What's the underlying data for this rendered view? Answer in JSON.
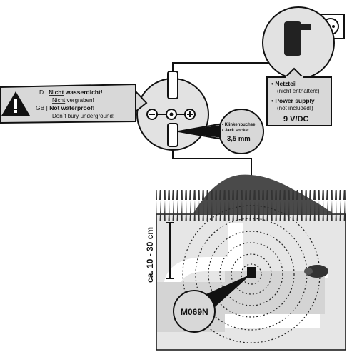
{
  "warning": {
    "line1_prefix": "D | ",
    "line1_bold": "Nicht",
    "line1_rest": " wasserdicht!",
    "line2_underline": "Nicht",
    "line2_rest": " vergraben!",
    "line3_prefix": "GB | ",
    "line3_bold": "Not",
    "line3_rest": " waterproof!",
    "line4_underline": "Don´t",
    "line4_rest": " bury underground!"
  },
  "jack_label": {
    "line1": "• Klinkenbuchse",
    "line2": "• Jack socket",
    "size": "3,5 mm"
  },
  "power_label": {
    "de_title": "• Netzteil",
    "de_note": "(nicht enthalten!)",
    "en_title": "• Power supply",
    "en_note": "(not included!)",
    "voltage": "9 V/DC"
  },
  "depth_label": "ca. 10 - 30 cm",
  "device_model": "M069N",
  "polarity": {
    "minus": "⊖",
    "center": "⊙",
    "plus": "⊕"
  },
  "colors": {
    "soil": "#e6e6e6",
    "tunnel": "#ffffff",
    "dark_soil": "#4a4a4a",
    "grass": "#333333",
    "label_bg": "#d8d8d8"
  }
}
